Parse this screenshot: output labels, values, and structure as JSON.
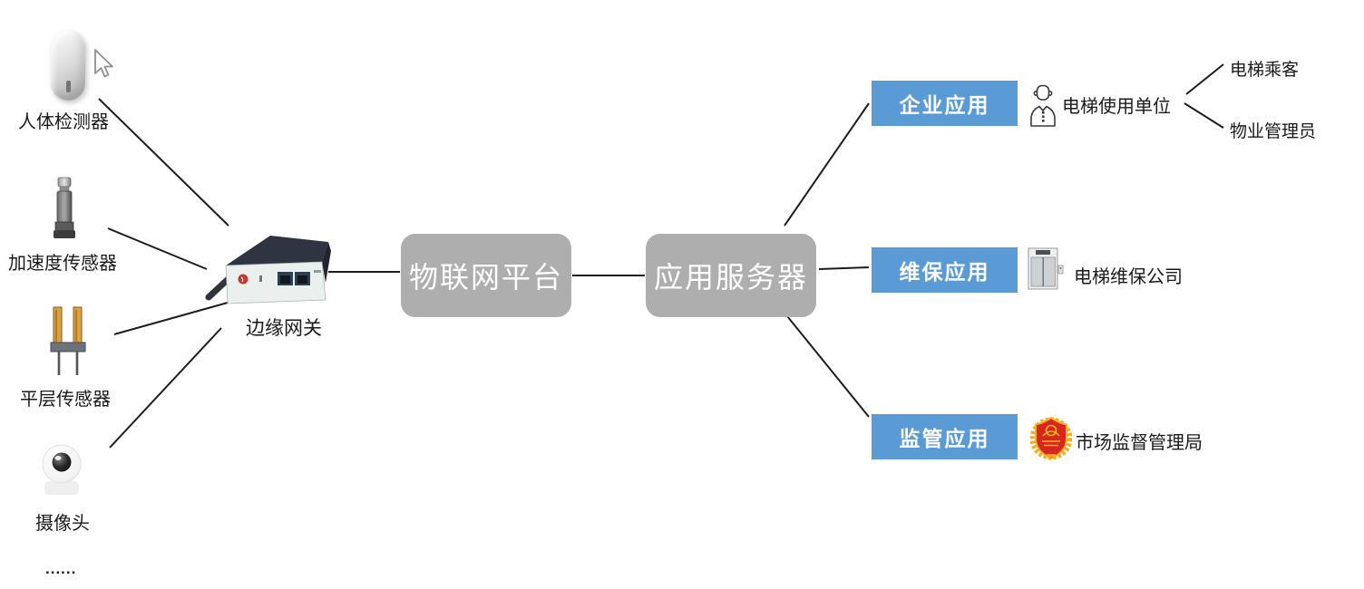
{
  "sensors": [
    {
      "label": "人体检测器"
    },
    {
      "label": "加速度传感器"
    },
    {
      "label": "平层传感器"
    },
    {
      "label": "摄像头"
    }
  ],
  "sensors_more": "......",
  "gateway": {
    "label": "边缘网关"
  },
  "platform": {
    "label": "物联网平台"
  },
  "server": {
    "label": "应用服务器"
  },
  "apps": [
    {
      "label": "企业应用",
      "org": "电梯使用单位",
      "users": [
        "电梯乘客",
        "物业管理员"
      ]
    },
    {
      "label": "维保应用",
      "org": "电梯维保公司"
    },
    {
      "label": "监管应用",
      "org": "市场监督管理局"
    }
  ],
  "icons": {
    "sensor_icons": [
      "human-detector-icon",
      "accelerometer-icon",
      "leveling-sensor-icon",
      "camera-icon"
    ],
    "gateway_icon": "edge-gateway-icon",
    "org_icons": [
      "business-user-icon",
      "elevator-icon",
      "regulator-badge-icon"
    ],
    "pointer": "mouse-cursor-icon"
  },
  "colors": {
    "app_box": "#5b9bd5",
    "node_box": "#aeaeae",
    "app_text": "#ffffff",
    "line": "#1c1c1c",
    "background": "#ffffff"
  }
}
